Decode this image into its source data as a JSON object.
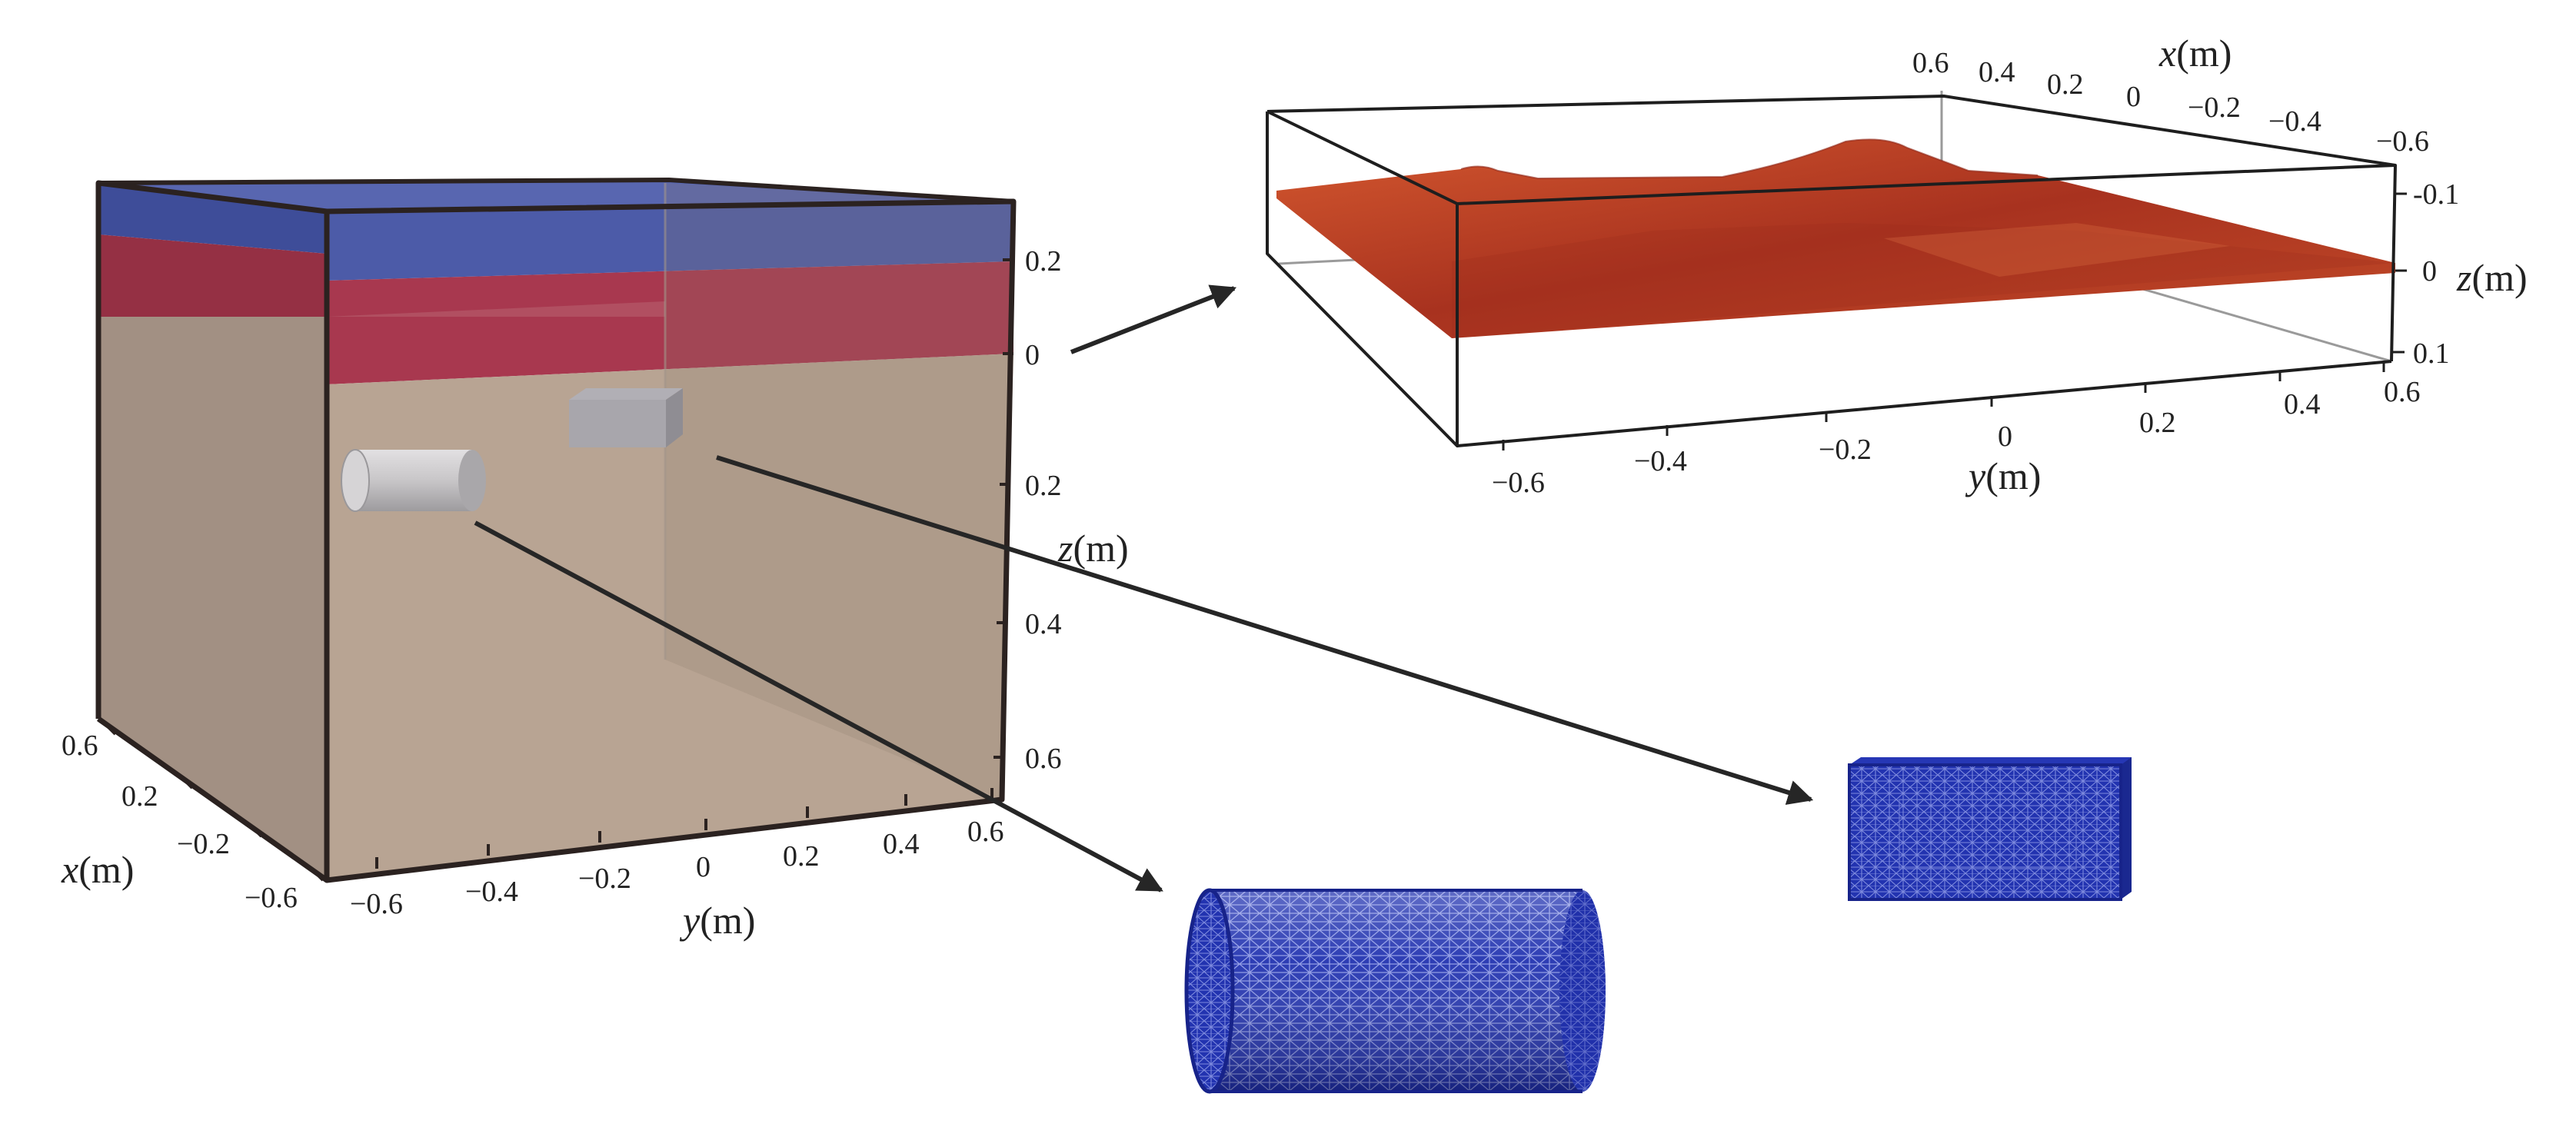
{
  "left_box": {
    "x_axis": {
      "label_var": "x",
      "label_unit": "(m)",
      "ticks": [
        "0.6",
        "0.2",
        "−0.2",
        "−0.6"
      ]
    },
    "y_axis": {
      "label_var": "y",
      "label_unit": "(m)",
      "ticks": [
        "−0.6",
        "−0.4",
        "−0.2",
        "0",
        "0.2",
        "0.4",
        "0.6"
      ]
    },
    "z_axis": {
      "label_var": "z",
      "label_unit": "(m)",
      "ticks": [
        "0.2",
        "0",
        "0.2",
        "0.4",
        "0.6"
      ]
    },
    "layer_colors": {
      "air": "#4a5aa6",
      "interface": "#a2394f",
      "soil": "#b4a08e"
    },
    "object_color": "#c4c2c4"
  },
  "surface_plot": {
    "x_axis": {
      "label_var": "x",
      "label_unit": "(m)",
      "ticks": [
        "0.6",
        "0.4",
        "0.2",
        "0",
        "−0.2",
        "−0.4",
        "−0.6"
      ]
    },
    "y_axis": {
      "label_var": "y",
      "label_unit": "(m)",
      "ticks": [
        "−0.6",
        "−0.4",
        "−0.2",
        "0",
        "0.2",
        "0.4",
        "0.6"
      ]
    },
    "z_axis": {
      "label_var": "z",
      "label_unit": "(m)",
      "ticks": [
        "-0.1",
        "0",
        "0.1"
      ]
    },
    "surface_color": "#b83b24"
  },
  "meshes": {
    "color": "#1e2fa8",
    "line_color": "#8a96e0"
  }
}
